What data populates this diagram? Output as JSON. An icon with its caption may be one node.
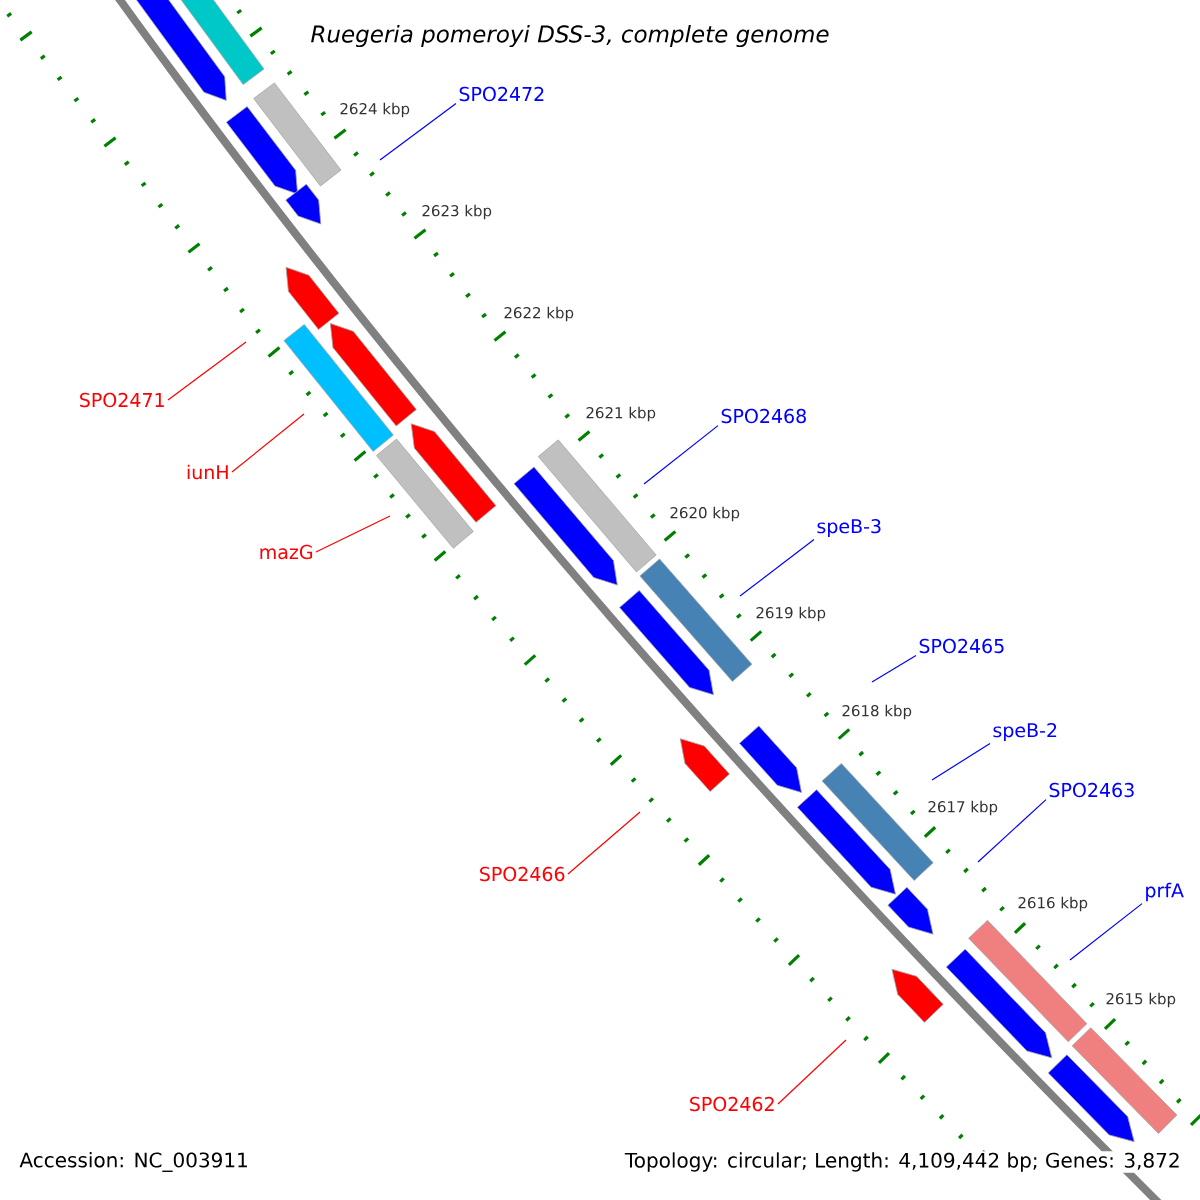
{
  "diagram": {
    "title": "Ruegeria pomeroyi DSS-3, complete genome",
    "nodes": [
      {
        "text": [
          "SPO2472"
        ]
      },
      {
        "text": [
          "SPO2471"
        ]
      },
      {
        "text": [
          "SPO2468"
        ]
      },
      {
        "text": [
          "iunH"
        ]
      },
      {
        "text": [
          "speB-3"
        ]
      },
      {
        "text": [
          "mazG"
        ]
      },
      {
        "text": [
          "SPO2465"
        ]
      },
      {
        "text": [
          "speB-2"
        ]
      },
      {
        "text": [
          "SPO2463"
        ]
      },
      {
        "text": [
          "SPO2466"
        ]
      },
      {
        "text": [
          "prfA"
        ]
      },
      {
        "text": [
          "SPO2462"
        ]
      }
    ],
    "edges": [
      {
        "from": 0,
        "to": null,
        "arrow": "none"
      },
      {
        "from": 1,
        "to": null,
        "arrow": "none",
        "color": "#ff0000"
      },
      {
        "from": 2,
        "to": null,
        "arrow": "none"
      },
      {
        "from": 3,
        "to": null,
        "arrow": "none",
        "color": "#ff0000"
      },
      {
        "from": 4,
        "to": null,
        "arrow": "none"
      },
      {
        "from": 5,
        "to": null,
        "arrow": "none",
        "color": "#ff0000"
      },
      {
        "from": 6,
        "to": null,
        "arrow": "none"
      },
      {
        "from": 7,
        "to": null,
        "arrow": "none"
      },
      {
        "from": 8,
        "to": null,
        "arrow": "none"
      },
      {
        "from": 9,
        "to": null,
        "arrow": "none",
        "color": "#ff0000"
      },
      {
        "from": 10,
        "to": null,
        "arrow": "none"
      },
      {
        "from": 11,
        "to": null,
        "arrow": "none",
        "color": "#ff0000"
      }
    ],
    "labels": [
      "2624 kbp",
      "2623 kbp",
      "2622 kbp",
      "2621 kbp",
      "2620 kbp",
      "2619 kbp",
      "2618 kbp",
      "2617 kbp",
      "2616 kbp",
      "2615 kbp",
      "Accession: NC_003911",
      "Topology: circular; Length: 4,109,442 bp; Genes: 3,872"
    ]
  }
}
